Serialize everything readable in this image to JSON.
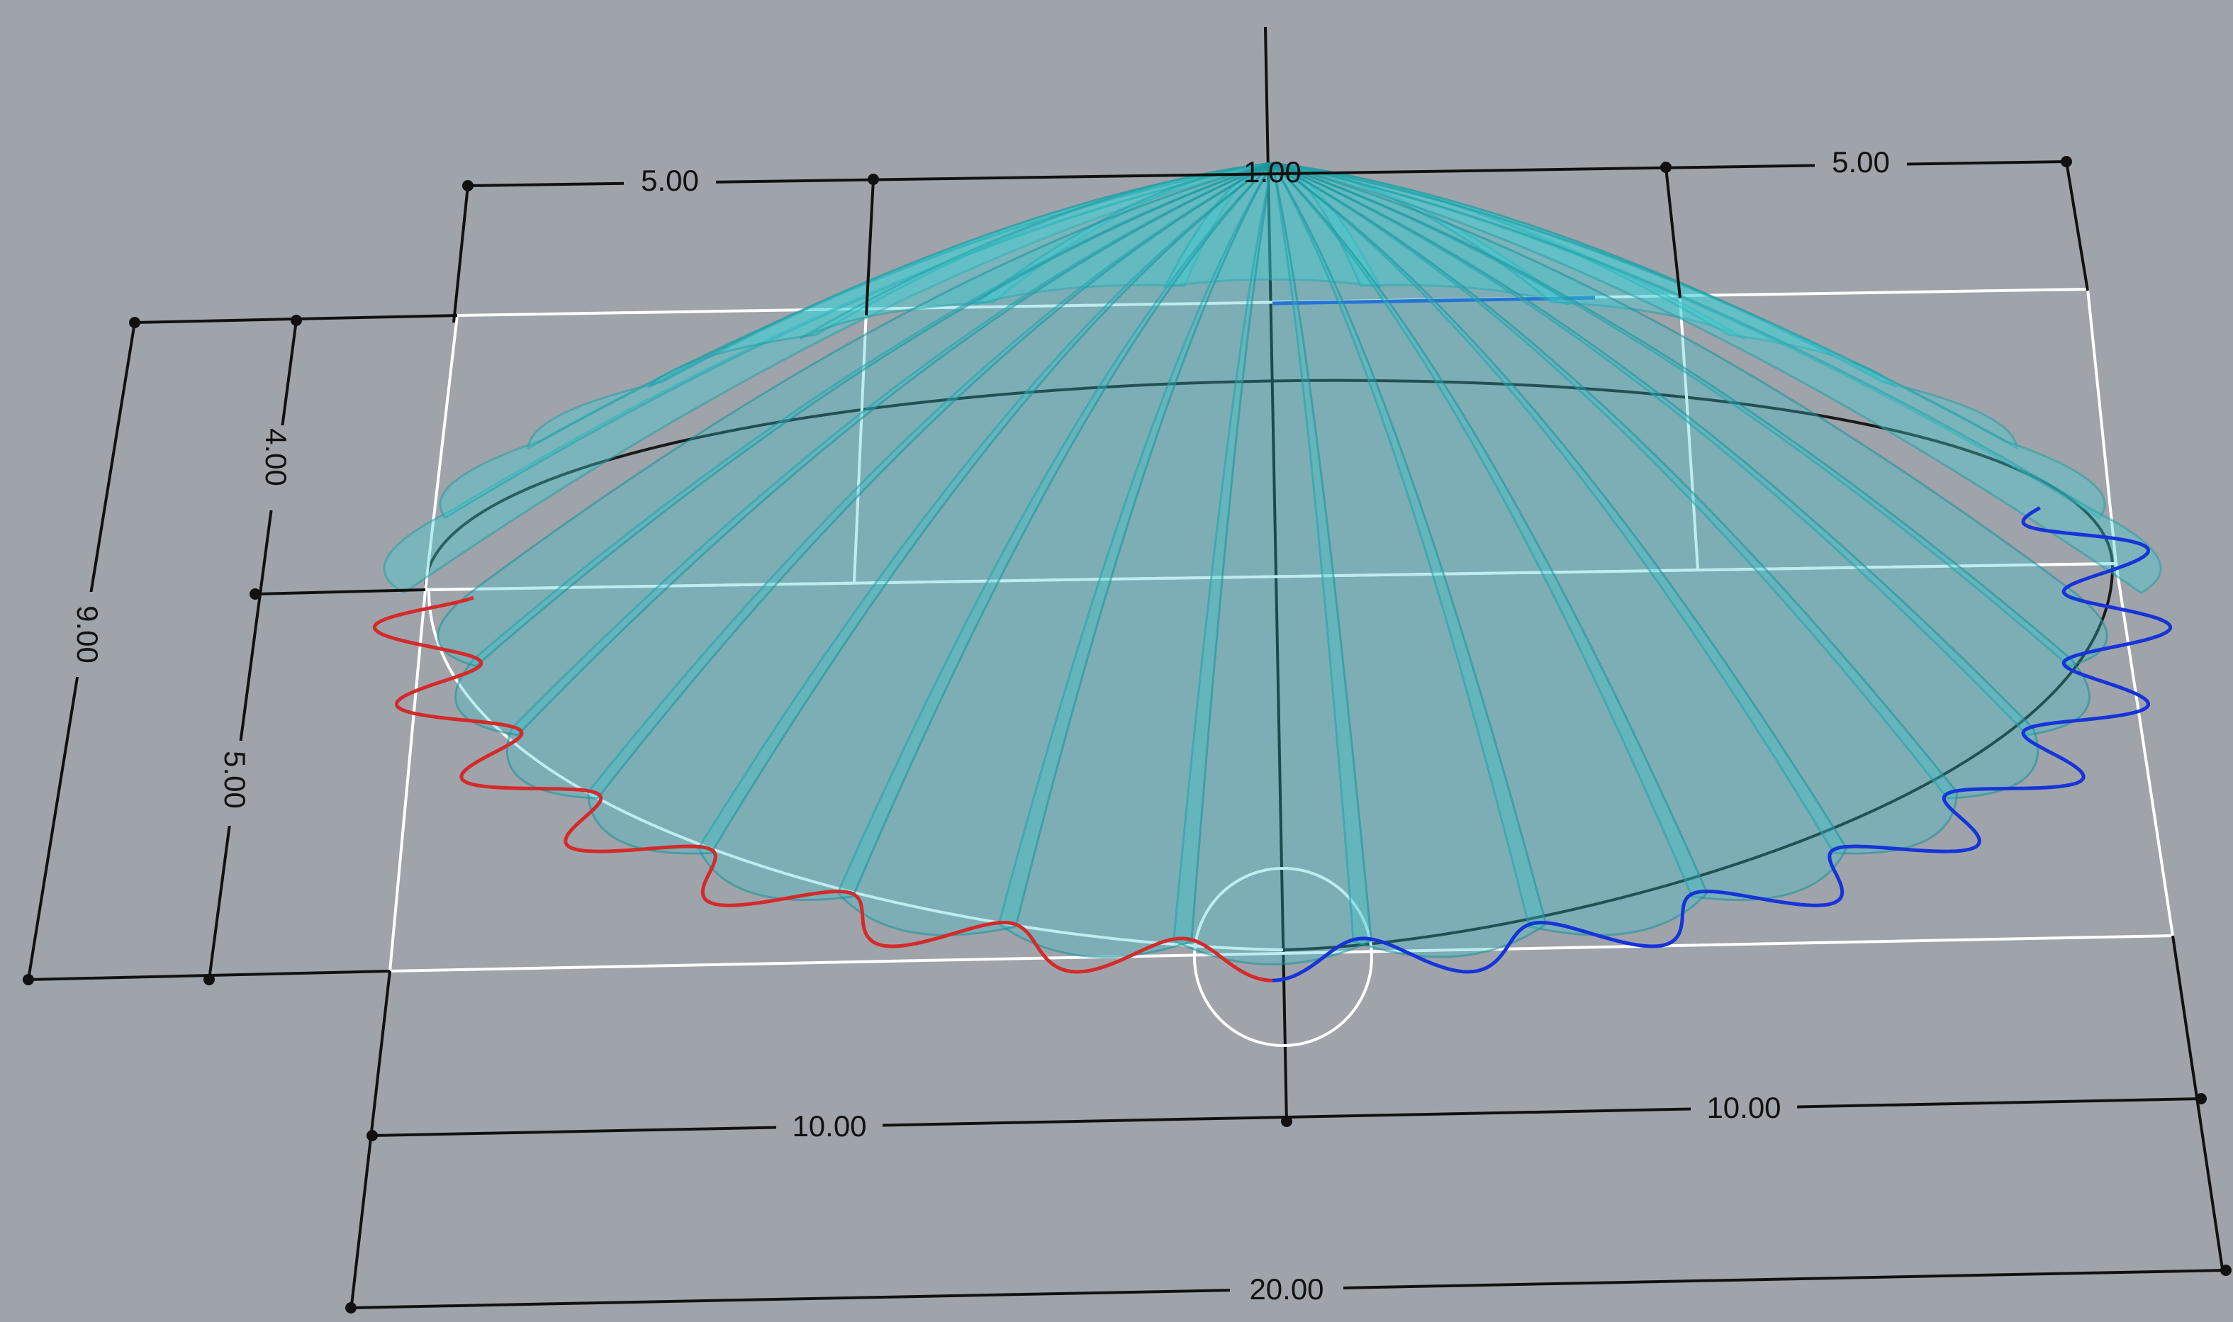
{
  "dimensions": {
    "top_left_width": "5.00",
    "top_center_width": "1.00",
    "top_right_width": "5.00",
    "left_depth_upper": "4.00",
    "left_depth_lower": "5.00",
    "left_depth_total": "9.00",
    "bottom_left_width": "10.00",
    "bottom_right_width": "10.00",
    "bottom_total_width": "20.00"
  },
  "colors": {
    "background": "#9fa4ab",
    "canopy": "#34c5cc",
    "left_wave_curve": "#d42a2a",
    "right_wave_curve": "#1634d8",
    "guides": "#ffffff",
    "dimension_lines": "#111111"
  },
  "canopy": {
    "petal_count": 28
  }
}
